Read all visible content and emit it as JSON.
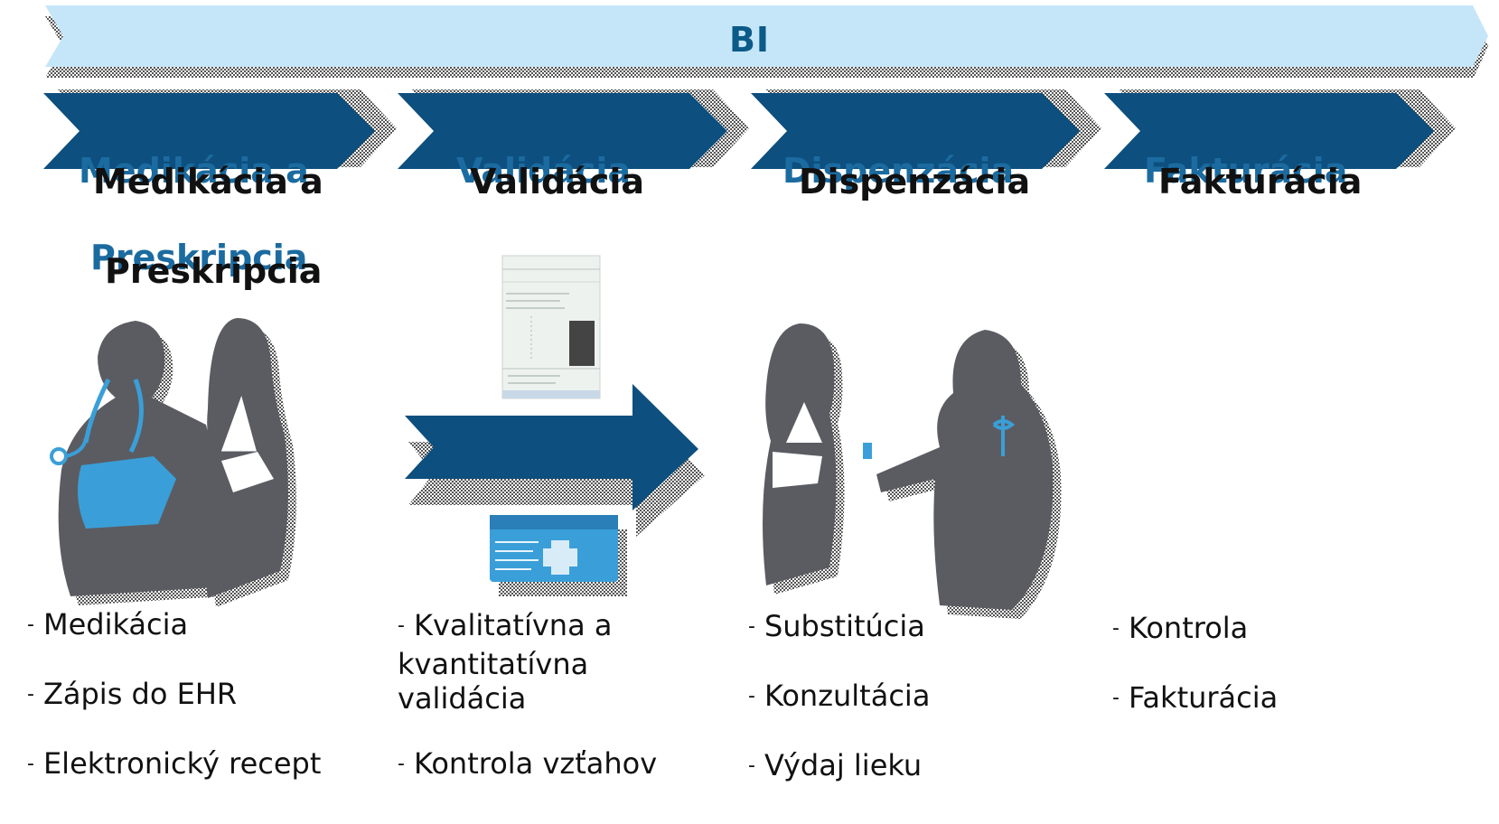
{
  "banner": {
    "label": "BI"
  },
  "stages": [
    {
      "title_lines": [
        "Medikácia a",
        "Preskripcia"
      ],
      "bullets": [
        "Medikácia",
        "Zápis do EHR",
        "Elektronický recept"
      ]
    },
    {
      "title_lines": [
        "Validácia"
      ],
      "bullets": [
        "Kvalitatívna a kvantitatívna validácia",
        "Kontrola vzťahov"
      ]
    },
    {
      "title_lines": [
        "Dispenzácia"
      ],
      "bullets": [
        "Substitúcia",
        "Konzultácia",
        "Výdaj lieku"
      ]
    },
    {
      "title_lines": [
        "Fakturácia"
      ],
      "bullets": [
        "Kontrola",
        "Fakturácia"
      ]
    }
  ],
  "colors": {
    "banner": "#c5e6f8",
    "chevron": "#0d4f7e",
    "silhouette": "#5b5c62",
    "accent": "#3a9fd8",
    "title_shadow": "#1b6ba0"
  }
}
